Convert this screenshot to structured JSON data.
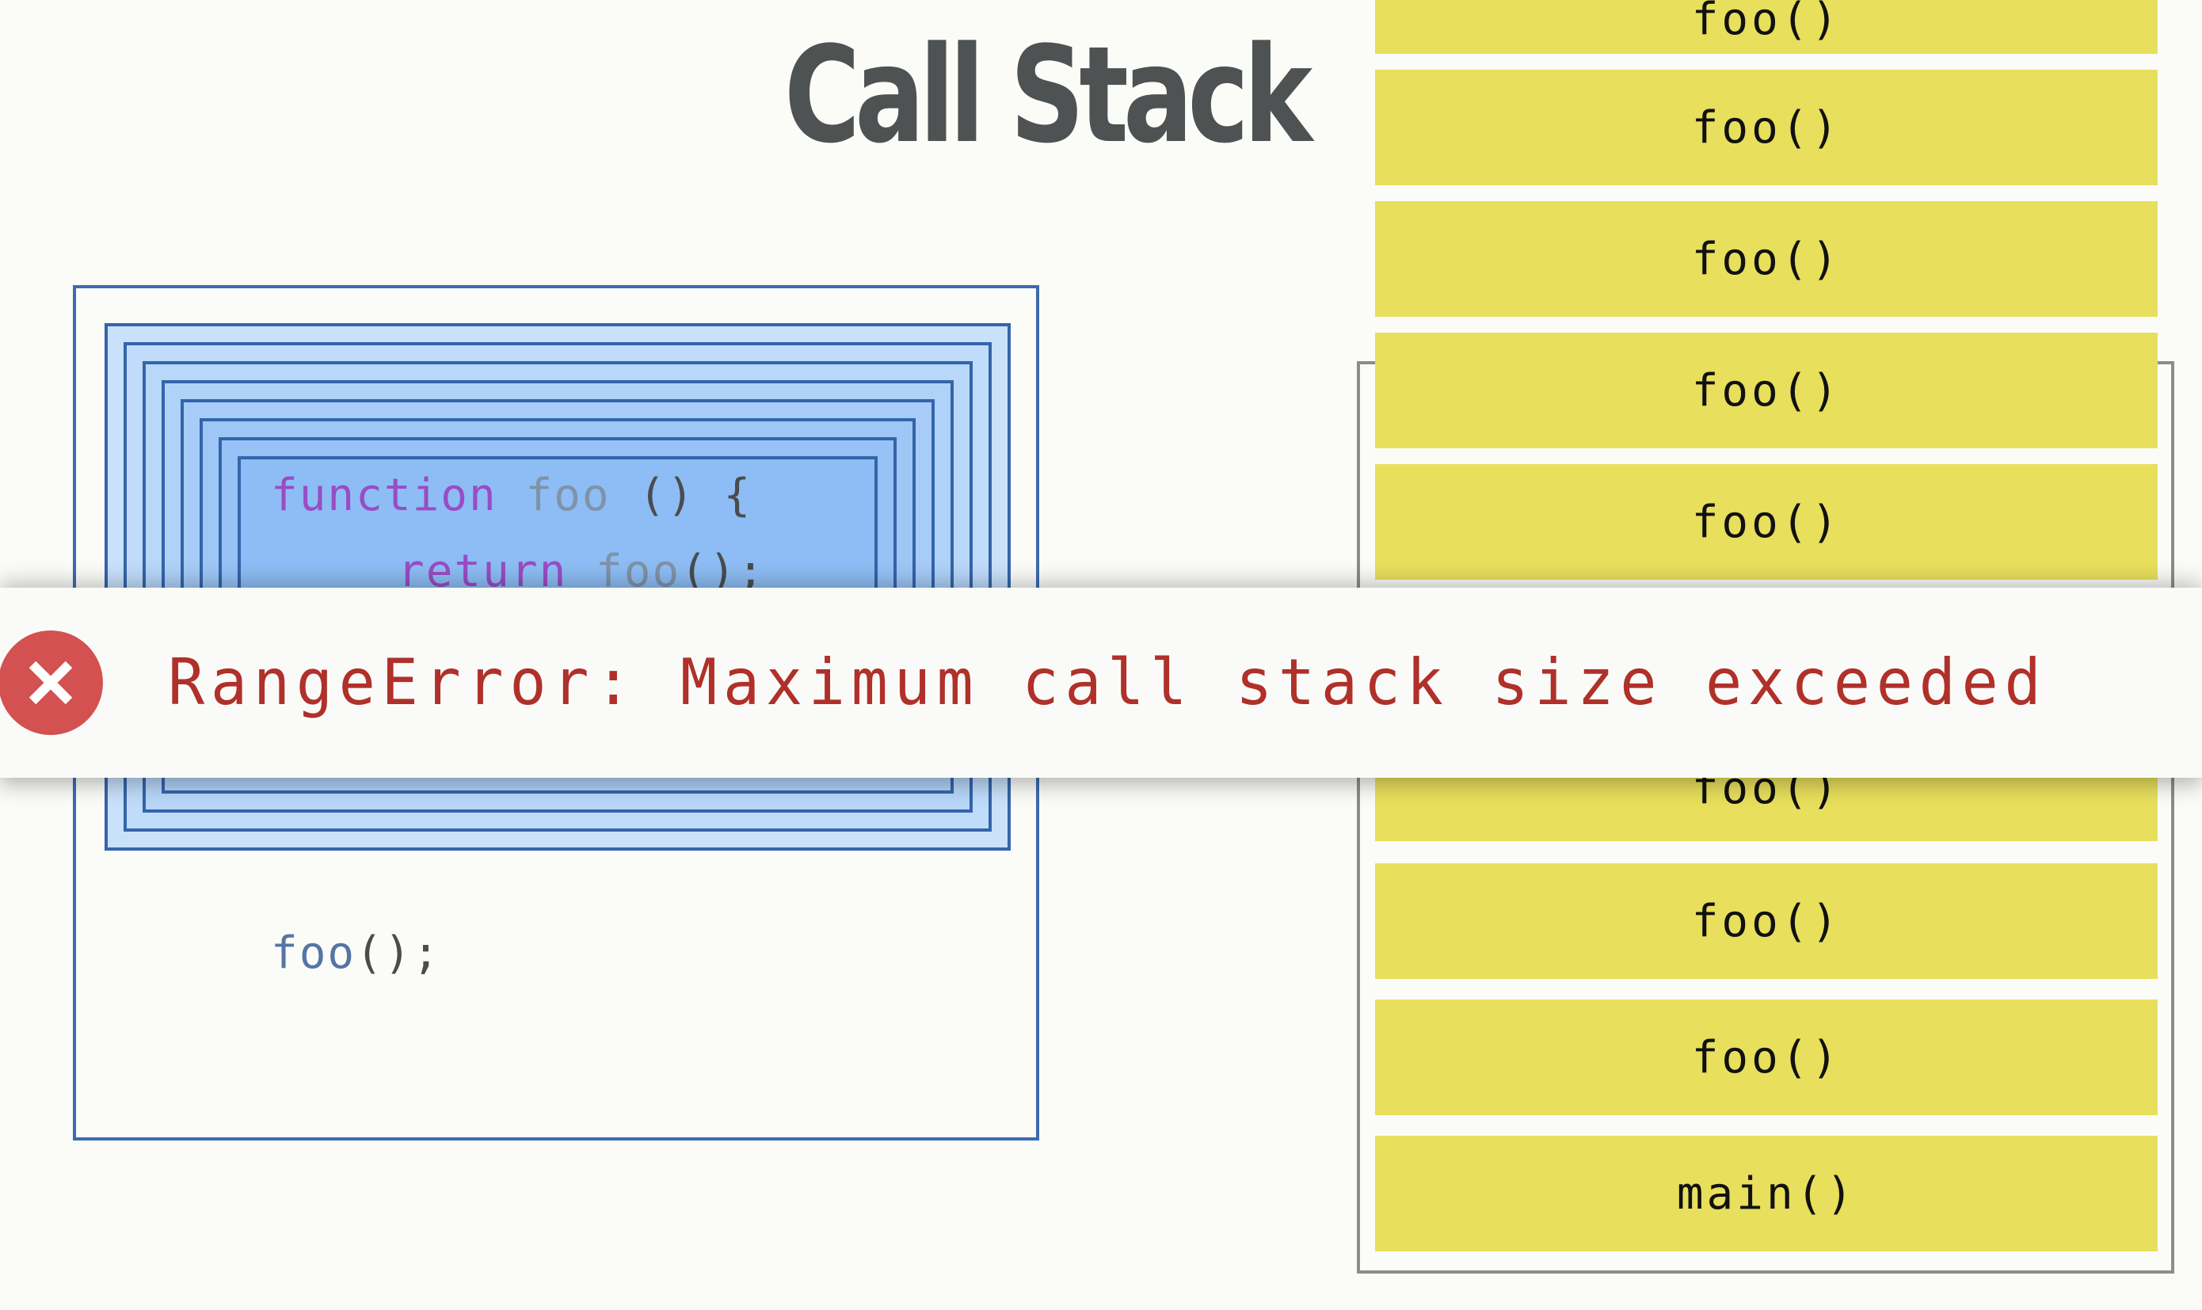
{
  "title": "Call Stack",
  "code": {
    "line1": {
      "keyword": "function",
      "name": "foo",
      "params": "() {"
    },
    "line2": {
      "keyword": "return",
      "call": "foo",
      "rest": "();"
    },
    "invocation": {
      "name": "foo",
      "rest": "();"
    }
  },
  "stack": {
    "frames": [
      "foo()",
      "foo()",
      "foo()",
      "foo()",
      "foo()",
      "foo()",
      "foo()",
      "foo()",
      "main()"
    ]
  },
  "error": {
    "message": "RangeError: Maximum call stack size exceeded"
  },
  "colors": {
    "frame_fill": "#e8df5c",
    "error_red": "#b0302a",
    "nest_fill_outer": "#c9e1fb",
    "nest_fill_inner": "#8dbdf4"
  }
}
